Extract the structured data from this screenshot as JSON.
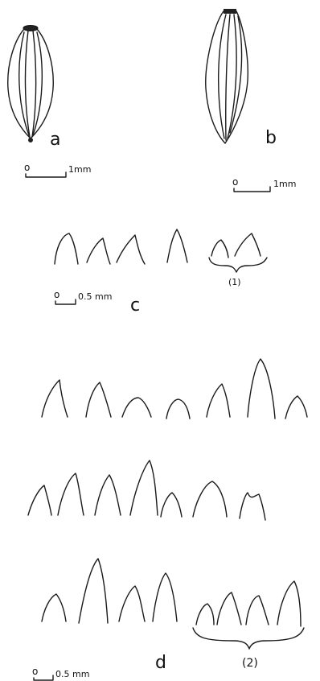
{
  "figure": {
    "panel_a": {
      "label": "a",
      "scale": {
        "zero": "o",
        "unit": "1mm"
      }
    },
    "panel_b": {
      "label": "b",
      "scale": {
        "zero": "o",
        "unit": "1mm"
      }
    },
    "panel_c": {
      "label": "c",
      "group_label": "(1)",
      "scale": {
        "zero": "o",
        "unit": "0.5 mm"
      }
    },
    "panel_d": {
      "label": "d",
      "group_label": "(2)",
      "scale": {
        "zero": "o",
        "unit": "0.5 mm"
      }
    }
  }
}
